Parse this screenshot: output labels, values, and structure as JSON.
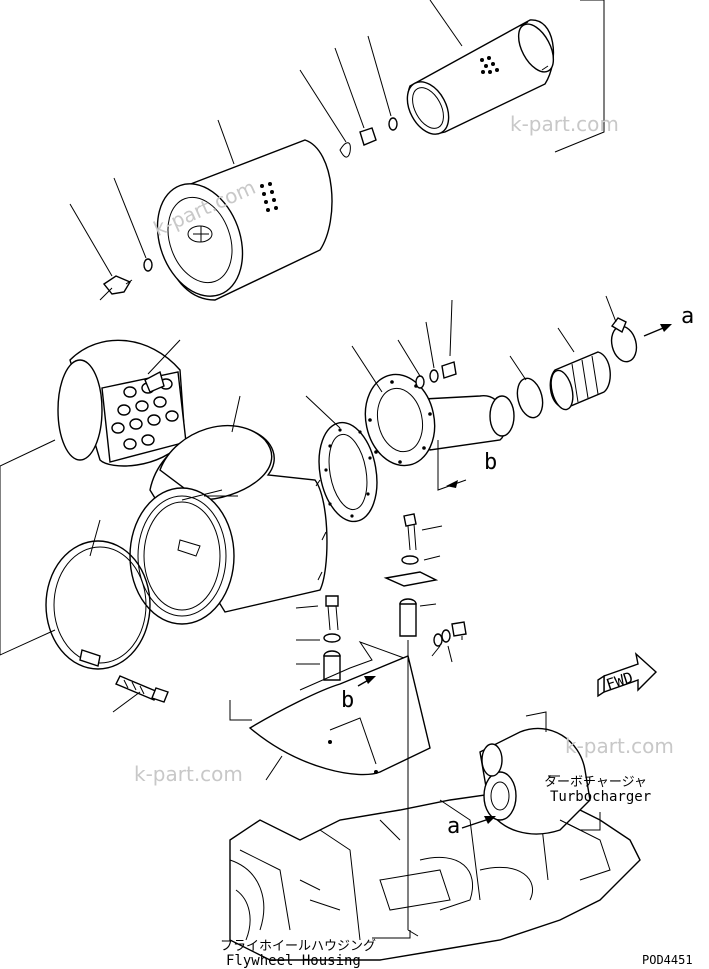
{
  "callouts": {
    "a_top": "a",
    "b_right": "b",
    "b_bracket": "b",
    "a_bottom": "a"
  },
  "labels": {
    "turbocharger_jp": "ターボチャージャ",
    "turbocharger_en": "Turbocharger",
    "flywheel_jp": "フライホイールハウジング",
    "flywheel_en": "Flywheel Housing",
    "fwd": "FWD",
    "drawing_code": "POD4451"
  },
  "watermarks": [
    "k-part.com",
    "k-part.com",
    "k-part.com",
    "k-part.com"
  ]
}
